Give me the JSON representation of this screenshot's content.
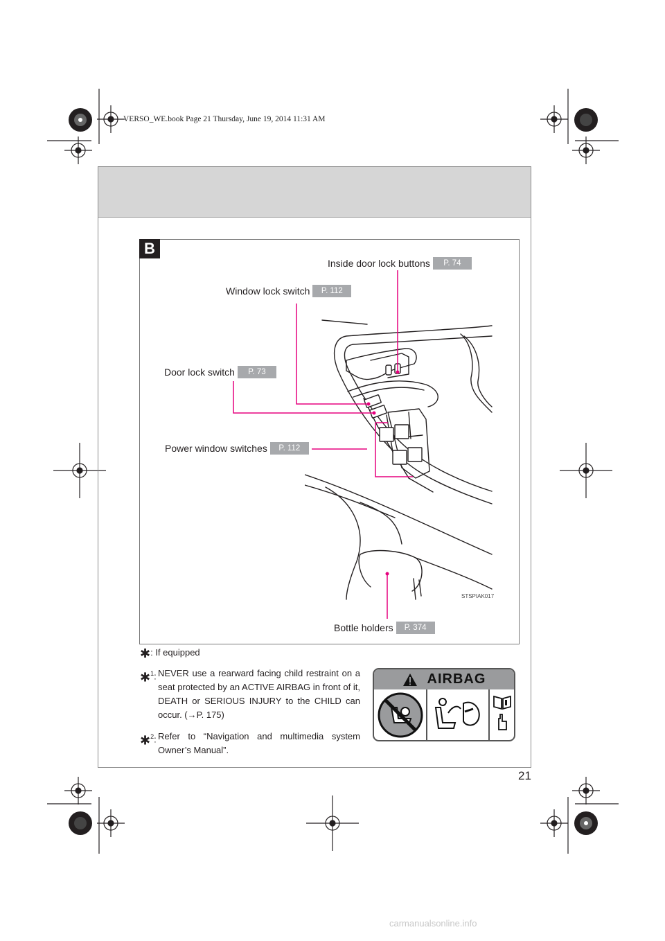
{
  "header_meta": "VERSO_WE.book  Page 21  Thursday, June 19, 2014  11:31 AM",
  "panel_letter": "B",
  "callouts": {
    "inside_door_lock": {
      "label": "Inside door lock buttons",
      "ref": "P. 74"
    },
    "window_lock": {
      "label": "Window lock switch",
      "ref": "P. 112"
    },
    "door_lock": {
      "label": "Door lock switch",
      "ref": "P. 73"
    },
    "power_window": {
      "label": "Power window switches",
      "ref": "P. 112"
    },
    "bottle_holders": {
      "label": "Bottle holders",
      "ref": "P. 374"
    }
  },
  "image_code": "STSPIAK017",
  "footnote_equipped": ": If equipped",
  "notes": [
    {
      "sup": "1",
      "label": ":",
      "text": "NEVER use a rearward facing child restraint on a seat protected by an ACTIVE AIRBAG in front of it, DEATH or SERIOUS INJURY to the CHILD can occur. (→P. 175)"
    },
    {
      "sup": "2",
      "label": ":",
      "text": "Refer to “Navigation and multimedia system Owner’s Manual”."
    }
  ],
  "airbag_label": {
    "word": "AIRBAG"
  },
  "page_number": "21",
  "watermark": "carmanualsonline.info",
  "colors": {
    "leader": "#e6007e",
    "ref_bg": "#a7a9ac",
    "band": "#d6d6d6"
  }
}
